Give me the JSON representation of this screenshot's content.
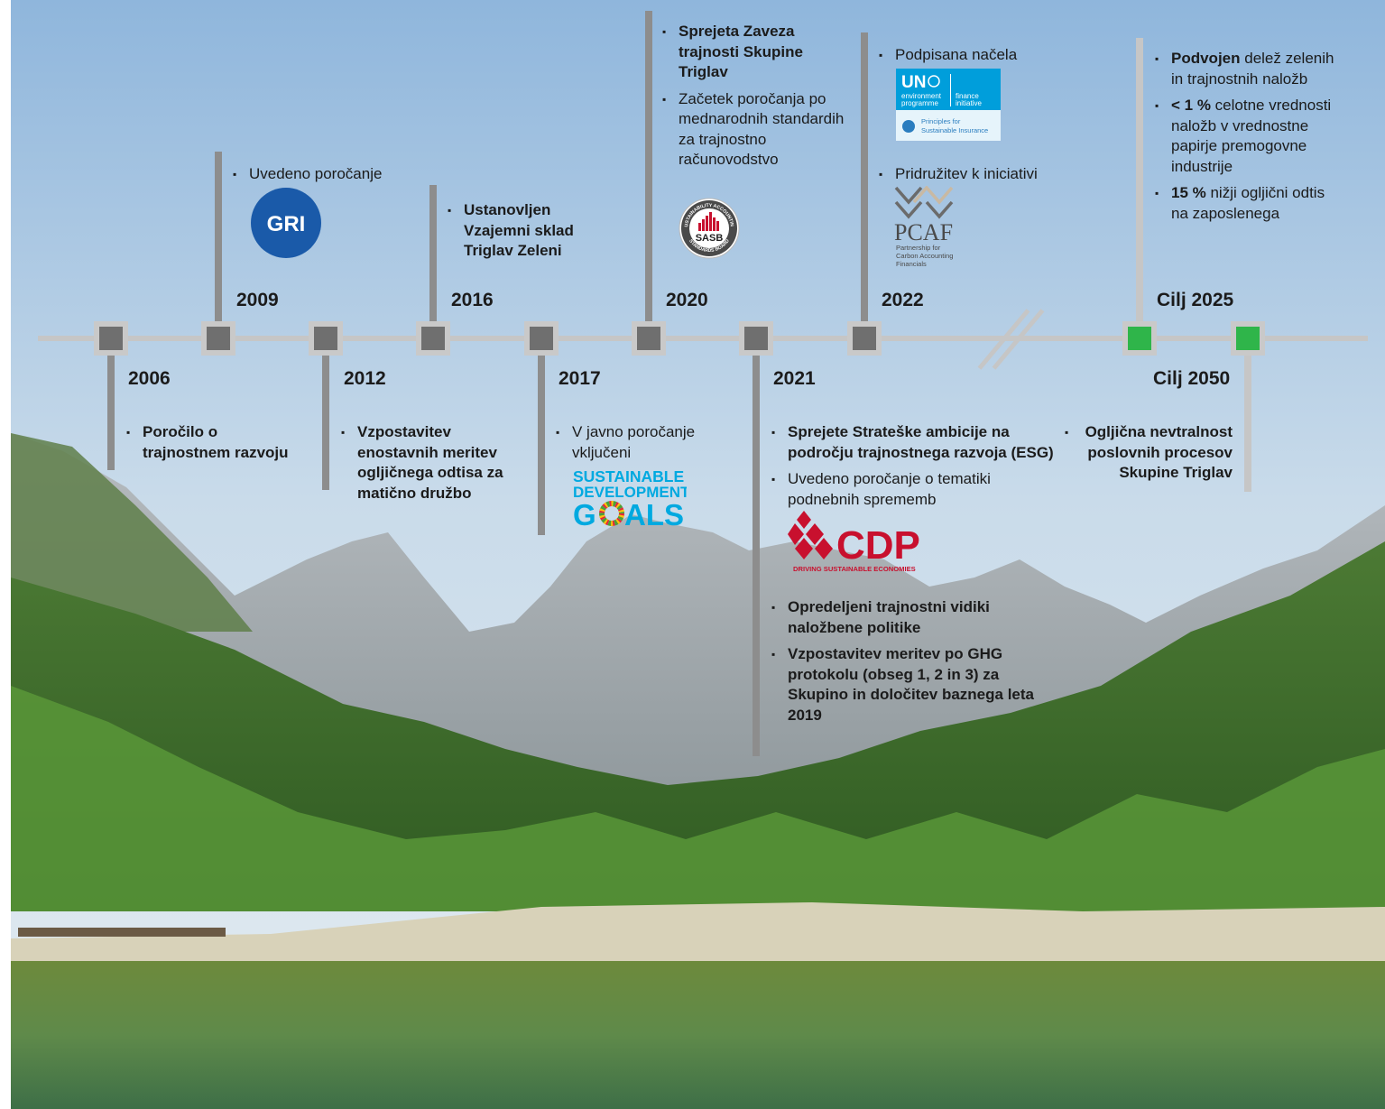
{
  "colors": {
    "timeline_line": "#c6c6c6",
    "node_outer": "#c9c9c9",
    "node_inner": "#6f6f6f",
    "goal_inner": "#2fb54a",
    "stem": "#8d8d8d",
    "gri_blue": "#1a5aa9",
    "cdp_red": "#c8102e",
    "un_blue": "#009edb"
  },
  "milestones": {
    "y2006": {
      "year": "2006",
      "items": [
        "Poročilo o trajnostnem razvoju"
      ]
    },
    "y2009": {
      "year": "2009",
      "items": [
        "Uvedeno poročanje"
      ],
      "logo": "gri-logo"
    },
    "y2012": {
      "year": "2012",
      "items": [
        "Vzpostavitev enostavnih meritev ogljičnega odtisa za matično družbo"
      ]
    },
    "y2016": {
      "year": "2016",
      "items": [
        "Ustanovljen Vzajemni sklad Triglav Zeleni"
      ]
    },
    "y2017": {
      "year": "2017",
      "items": [
        "V javno poročanje vključeni"
      ],
      "logo": "sdg-logo"
    },
    "y2020": {
      "year": "2020",
      "items": [
        "Sprejeta Zaveza trajnosti Skupine Triglav",
        "Začetek poročanja po mednarodnih standardih za trajnostno računovodstvo"
      ],
      "logo": "sasb-logo"
    },
    "y2021": {
      "year": "2021",
      "items_a": [
        "Sprejete Strateške ambicije na področju trajnostnega razvoja (ESG)",
        "Uvedeno poročanje o tematiki podnebnih sprememb"
      ],
      "items_b": [
        "Opredeljeni trajnostni vidiki naložbene politike",
        "Vzpostavitev meritev po GHG protokolu (obseg 1, 2 in 3) za Skupino in določitev baznega leta 2019"
      ],
      "logo": "cdp-logo"
    },
    "y2022": {
      "year": "2022",
      "items": [
        "Podpisana načela",
        "Pridružitev k iniciativi"
      ],
      "logos": [
        "unep-fi-psi-logo",
        "pcaf-logo"
      ]
    },
    "goal2025": {
      "year": "Cilj 2025",
      "items": [
        {
          "bold": "Podvojen",
          "rest": " delež zelenih in trajnostnih naložb"
        },
        {
          "bold": "< 1 %",
          "rest": " celotne vrednosti naložb v vrednostne papirje premogovne industrije"
        },
        {
          "bold": "15 %",
          "rest": " nižji ogljični odtis na zaposlenega"
        }
      ]
    },
    "goal2050": {
      "year": "Cilj 2050",
      "items": [
        "Ogljična nevtralnost poslovnih procesov Skupine Triglav"
      ]
    }
  },
  "logos": {
    "gri": "GRI",
    "sasb": {
      "main": "SASB",
      "ring_top": "SUSTAINABILITY ACCOUNTING",
      "ring_bottom": "STANDARDS BOARD"
    },
    "sdg": {
      "line1": "SUSTAINABLE",
      "line2": "DEVELOPMENT",
      "line3a": "G",
      "line3b": "ALS"
    },
    "cdp": {
      "main": "CDP",
      "tagline": "DRIVING SUSTAINABLE ECONOMIES"
    },
    "unep": {
      "un": "UN",
      "env1": "environment",
      "env2": "programme",
      "fin1": "finance",
      "fin2": "initiative",
      "psi1": "Principles for",
      "psi2": "Sustainable Insurance"
    },
    "pcaf": {
      "main": "PCAF",
      "sub1": "Partnership for",
      "sub2": "Carbon Accounting",
      "sub3": "Financials"
    }
  }
}
